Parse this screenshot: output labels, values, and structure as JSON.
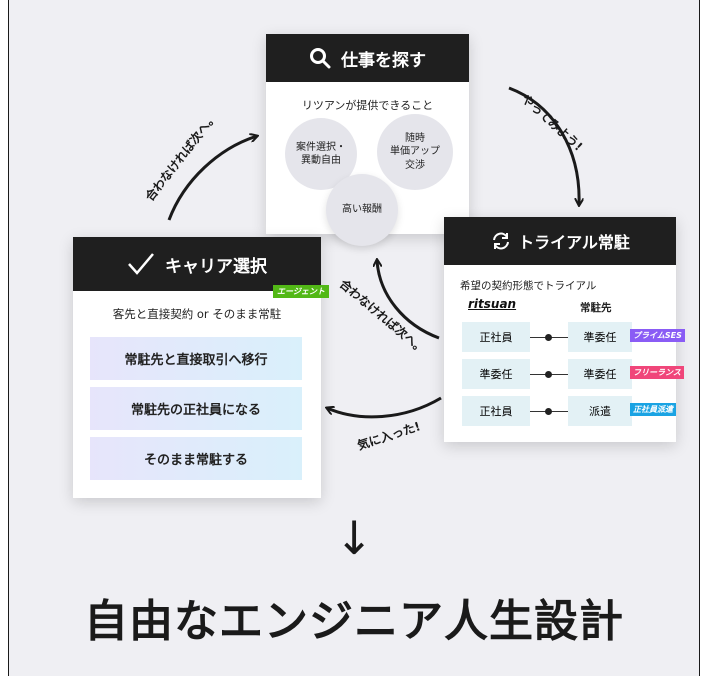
{
  "colors": {
    "background": "#efeff3",
    "header": "#1f1f1f",
    "agent_badge": "#52b816",
    "prime_ses_badge": "#8a5cf5",
    "freelance_badge": "#f0467a",
    "employee_dispatch_badge": "#1aa3e3",
    "option_gradient_start": "#e7e5fb",
    "option_gradient_end": "#d9f0fb",
    "cell_bg": "#e3f1f5"
  },
  "search_card": {
    "icon": "magnifier-icon",
    "title": "仕事を探す",
    "subtitle": "リツアンが提供できること",
    "circles": [
      "案件選択・\n異動自由",
      "随時\n単価アップ\n交渉",
      "高い報酬"
    ]
  },
  "trial_card": {
    "icon": "refresh-icon",
    "title": "トライアル常駐",
    "subtitle": "希望の契約形態でトライアル",
    "col_left": "ritsuan",
    "col_right": "常駐先",
    "rows": [
      {
        "left": "正社員",
        "right": "準委任",
        "badge": "プライムSES"
      },
      {
        "left": "準委任",
        "right": "準委任",
        "badge": "フリーランス"
      },
      {
        "left": "正社員",
        "right": "派遣",
        "badge": "正社員派遣"
      }
    ]
  },
  "career_card": {
    "icon": "check-icon",
    "title": "キャリア選択",
    "badge": "エージェント",
    "subtitle": "客先と直接契約 or そのまま常駐",
    "options": [
      "常駐先と直接取引へ移行",
      "常駐先の正社員になる",
      "そのまま常駐する"
    ]
  },
  "arrow_labels": {
    "top_right": "やってみよう!",
    "top_left": "合わなければ次へ。",
    "middle": "合わなければ次へ。",
    "bottom": "気に入った!"
  },
  "bottom": {
    "arrow": "↓",
    "headline": "自由なエンジニア人生設計"
  }
}
